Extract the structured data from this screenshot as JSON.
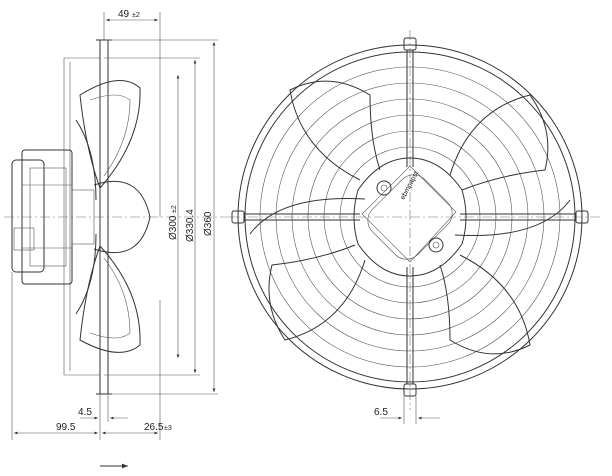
{
  "dimensions": {
    "top_width": "49",
    "top_width_tol": "±2",
    "dia_inner": "Ø300",
    "dia_inner_tol": "±2",
    "dia_mid": "Ø330.4",
    "dia_outer": "Ø360",
    "bottom_offset_small": "4.5",
    "bottom_overall": "99.5",
    "bottom_depth": "26.5",
    "bottom_depth_tol": "±3",
    "front_spacing": "6.5"
  },
  "logo_text": "ebmpapst",
  "colors": {
    "line": "#333333",
    "background": "#ffffff"
  }
}
